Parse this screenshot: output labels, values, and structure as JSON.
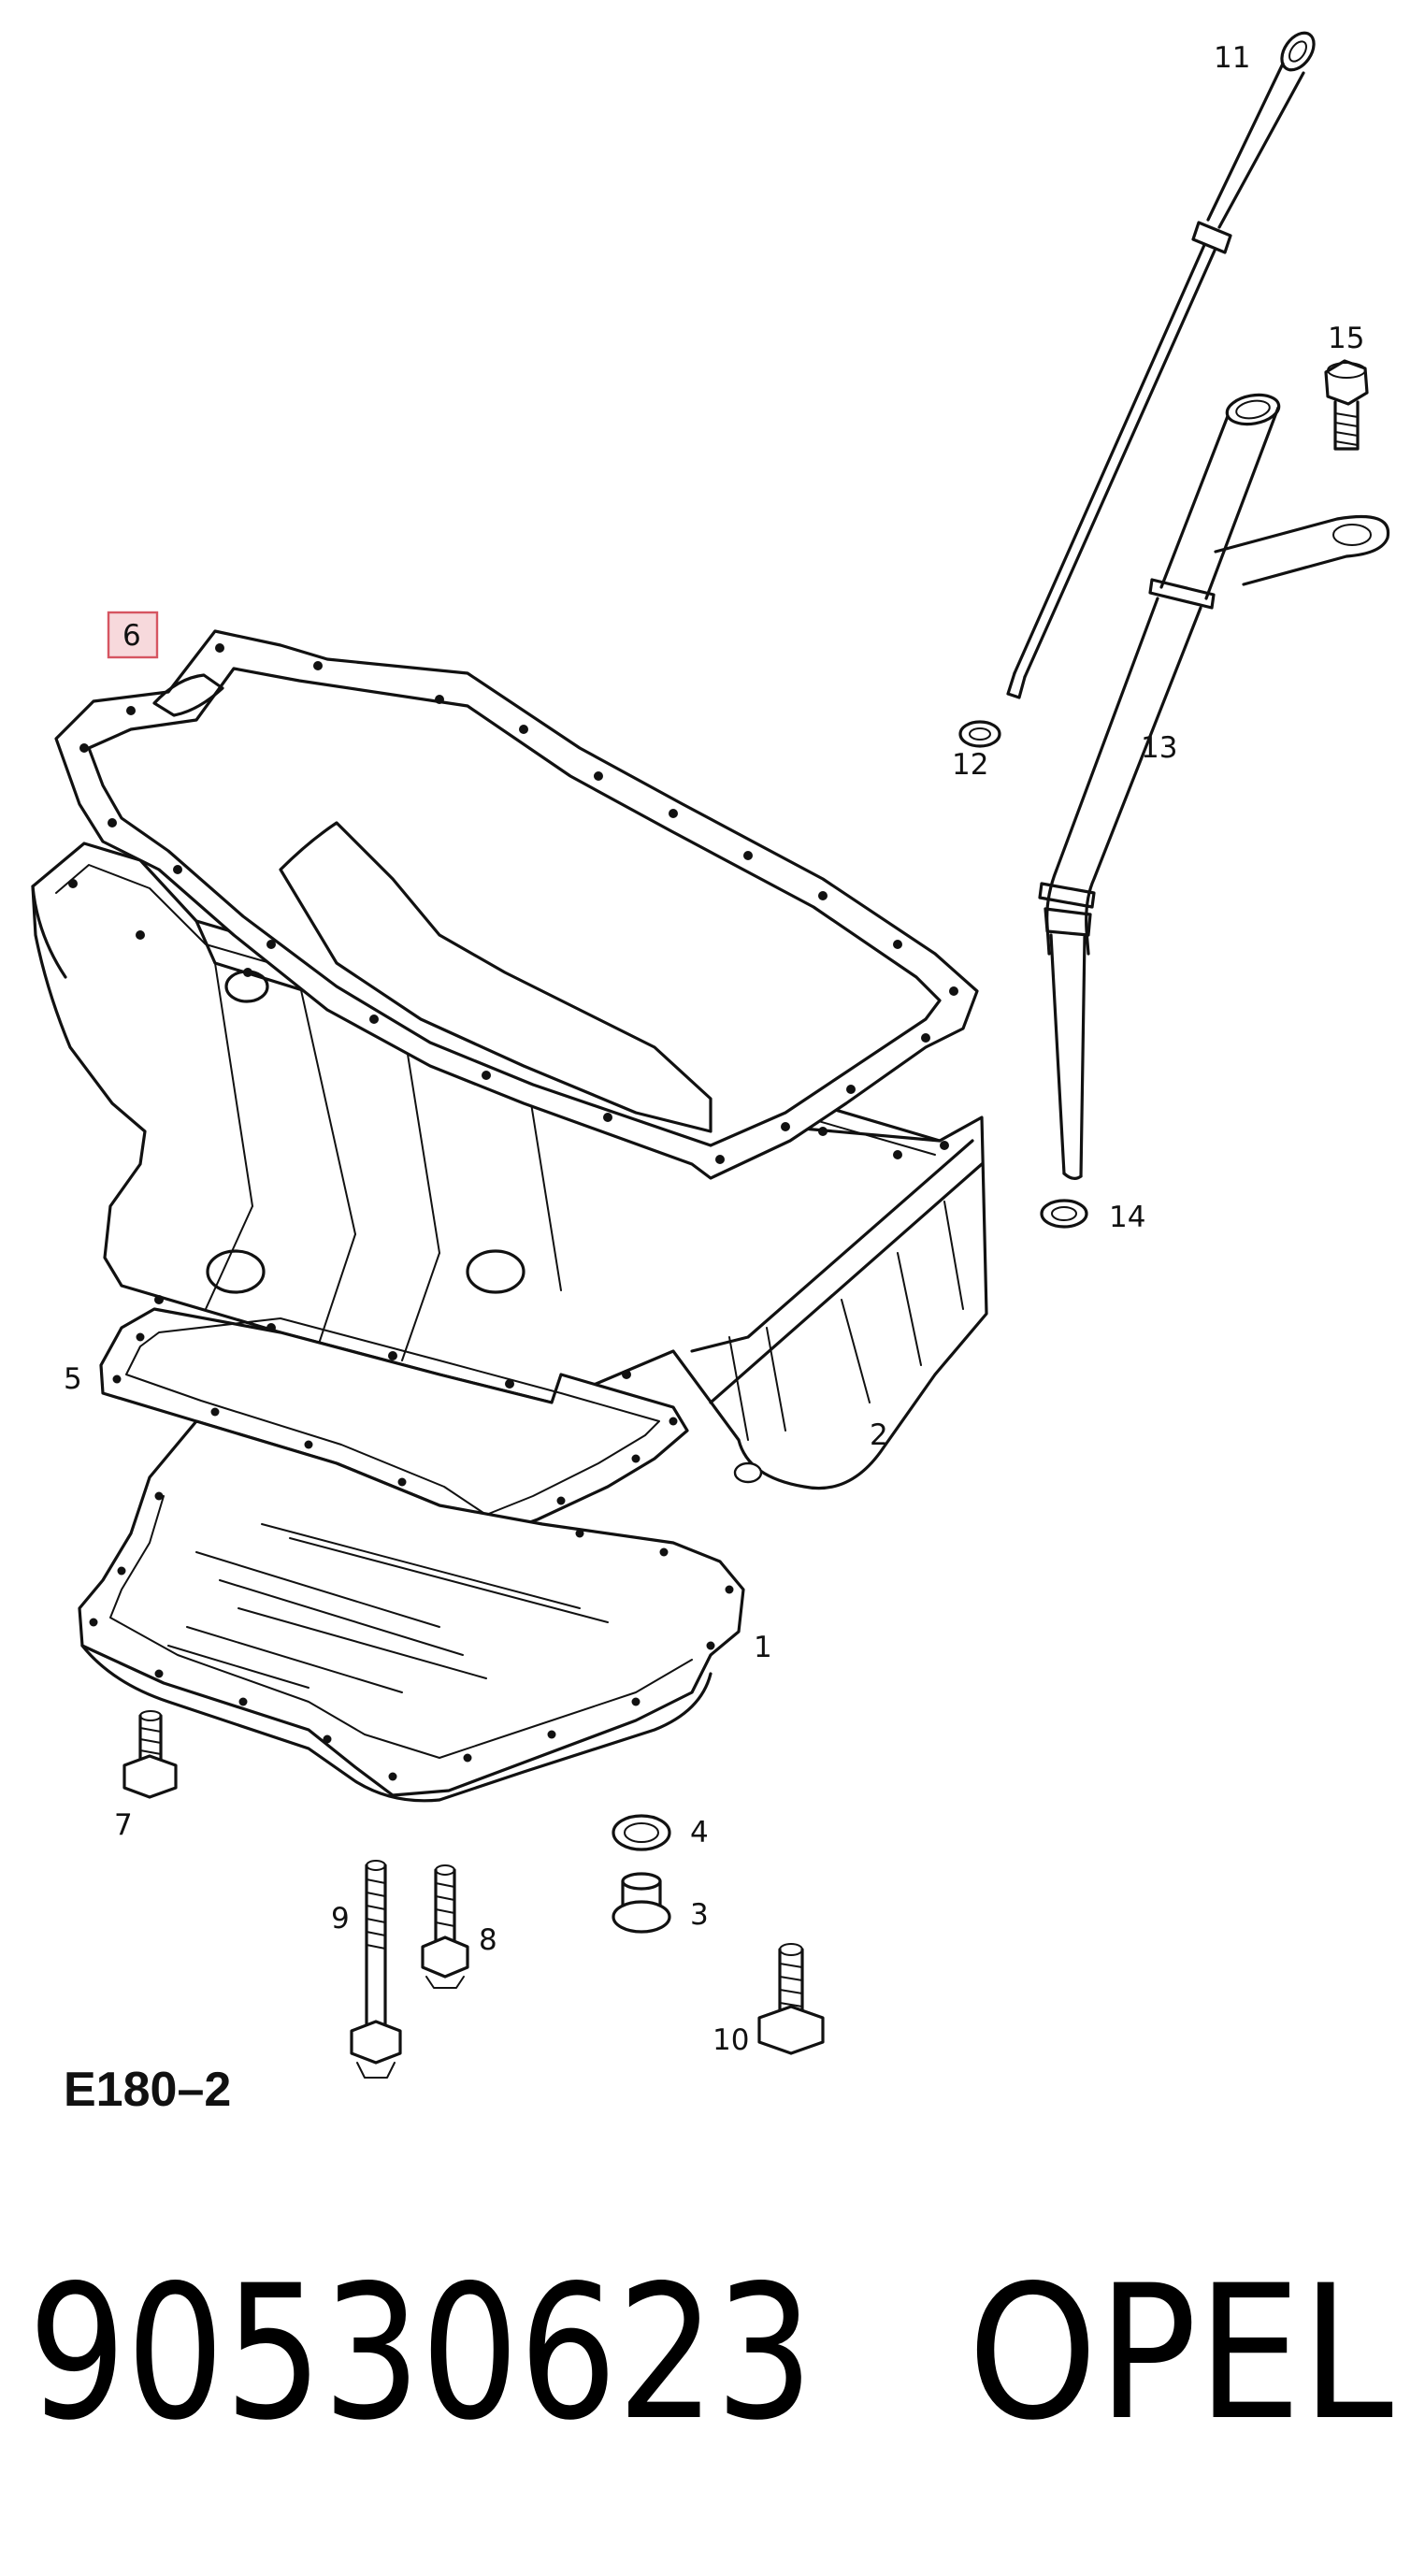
{
  "diagram": {
    "code": "E180–2",
    "highlighted_callout": "6",
    "highlight_color": "#d65561",
    "highlight_fill": "#f7d9dc",
    "callouts": {
      "c1": "1",
      "c2": "2",
      "c3": "3",
      "c4": "4",
      "c5": "5",
      "c6": "6",
      "c7": "7",
      "c8": "8",
      "c9": "9",
      "c10": "10",
      "c11": "11",
      "c12": "12",
      "c13": "13",
      "c14": "14",
      "c15": "15"
    }
  },
  "footer": {
    "part_number": "90530623",
    "brand": "OPEL"
  }
}
